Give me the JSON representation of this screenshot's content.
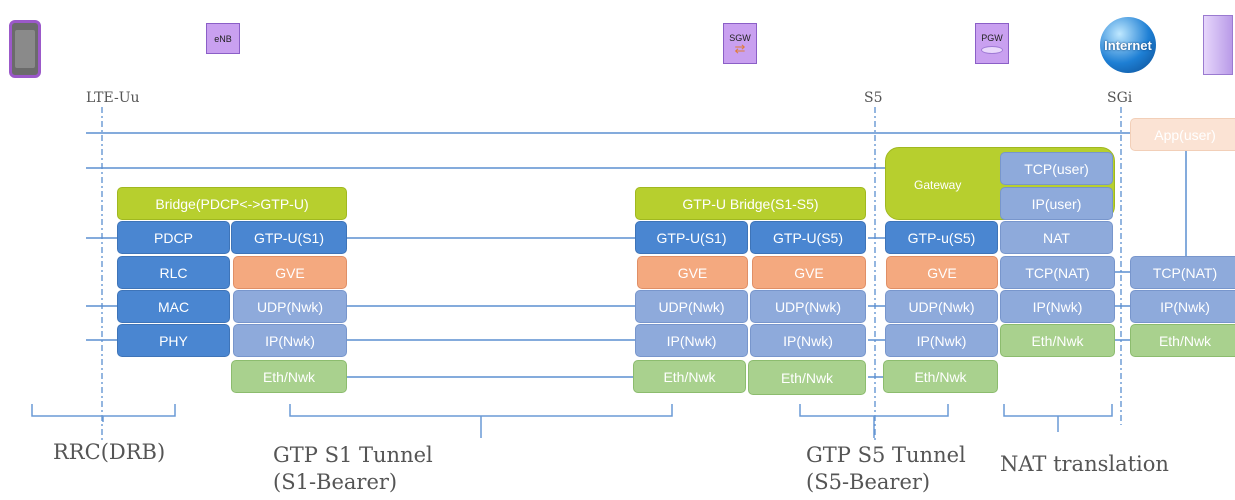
{
  "nodes": {
    "enb": "eNB",
    "sgw": "SGW",
    "pgw": "PGW",
    "internet": "Internet"
  },
  "interfaces": {
    "lte_uu": "LTE-Uu",
    "s5": "S5",
    "sgi": "SGi"
  },
  "enb_stack": {
    "bridge": "Bridge(PDCP<->GTP-U)",
    "pdcp": "PDCP",
    "rlc": "RLC",
    "mac": "MAC",
    "phy": "PHY",
    "gtpu_s1": "GTP-U(S1)",
    "gve": "GVE",
    "udp": "UDP(Nwk)",
    "ip": "IP(Nwk)",
    "eth": "Eth/Nwk"
  },
  "sgw_stack": {
    "bridge": "GTP-U Bridge(S1-S5)",
    "gtpu_s1": "GTP-U(S1)",
    "gtpu_s5": "GTP-U(S5)",
    "gve_a": "GVE",
    "gve_b": "GVE",
    "udp_a": "UDP(Nwk)",
    "udp_b": "UDP(Nwk)",
    "ip_a": "IP(Nwk)",
    "ip_b": "IP(Nwk)",
    "eth_a": "Eth/Nwk",
    "eth_b": "Eth/Nwk"
  },
  "pgw_stack": {
    "gateway": "Gateway",
    "tcp_user": "TCP(user)",
    "ip_user": "IP(user)",
    "gtpu_s5": "GTP-u(S5)",
    "nat": "NAT",
    "gve": "GVE",
    "tcp_nat": "TCP(NAT)",
    "udp": "UDP(Nwk)",
    "ip_nwk": "IP(Nwk)",
    "ip_nwk_2": "IP(Nwk)",
    "eth": "Eth/Nwk",
    "eth_2": "Eth/Nwk"
  },
  "server_stack": {
    "app": "App(user)",
    "tcp_nat": "TCP(NAT)",
    "ip_nwk": "IP(Nwk)",
    "eth": "Eth/Nwk"
  },
  "captions": {
    "rrc": "RRC(DRB)",
    "s1_tunnel": "GTP S1 Tunnel",
    "s1_bearer": "(S1-Bearer)",
    "s5_tunnel": "GTP S5 Tunnel",
    "s5_bearer": "(S5-Bearer)",
    "nat_translation": "NAT translation"
  },
  "colors": {
    "dark_blue": "#4a86d1",
    "light_blue": "#8eaadb",
    "orange": "#f4a97f",
    "green": "#a9d18e",
    "lime": "#b7cf2e",
    "line": "#5b8fd0"
  }
}
